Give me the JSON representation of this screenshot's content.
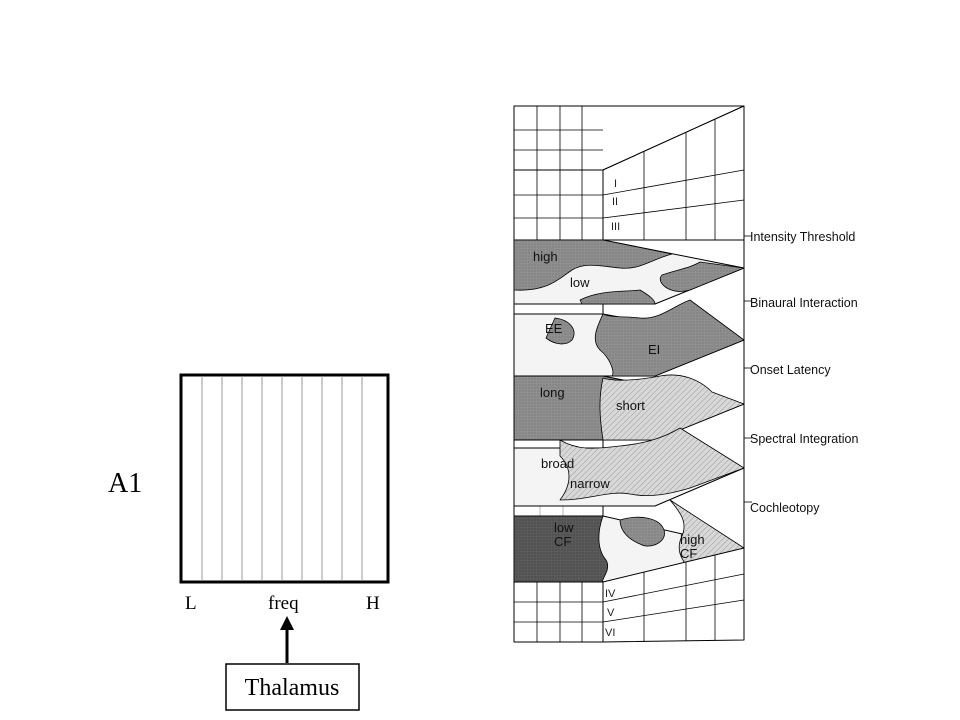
{
  "left": {
    "region_label": "A1",
    "freq_low": "L",
    "freq_mid": "freq",
    "freq_high": "H",
    "source_label": "Thalamus"
  },
  "column": {
    "top_layers": [
      "I",
      "II",
      "III"
    ],
    "bottom_layers": [
      "IV",
      "V",
      "VI"
    ],
    "maps": [
      {
        "title": "Intensity Threshold",
        "labels": [
          "high",
          "low"
        ]
      },
      {
        "title": "Binaural Interaction",
        "labels": [
          "EE",
          "EI"
        ]
      },
      {
        "title": "Onset Latency",
        "labels": [
          "long",
          "short"
        ]
      },
      {
        "title": "Spectral Integration",
        "labels": [
          "broad",
          "narrow"
        ]
      },
      {
        "title": "Cochleotopy",
        "labels": [
          "low\nCF",
          "high\nCF"
        ]
      }
    ]
  },
  "colors": {
    "line": "#000000",
    "thin_line": "#9a9a9a",
    "map_gray": "#8f8f8f",
    "map_light": "#d6d6d6",
    "map_dark": "#5a5a5a"
  }
}
